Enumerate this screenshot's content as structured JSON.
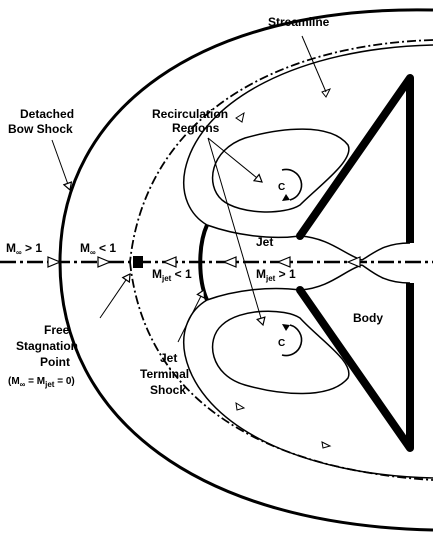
{
  "labels": {
    "streamline": "Streamline",
    "recirculation": [
      "Recirculation",
      "Regions"
    ],
    "detached_bow_shock": [
      "Detached",
      "Bow Shock"
    ],
    "jet": "Jet",
    "body": "Body",
    "free_stagnation_point": [
      "Free",
      "Stagnation",
      "Point"
    ],
    "jet_terminal_shock": [
      "Jet",
      "Terminal",
      "Shock"
    ],
    "rotation_marker": "C"
  },
  "flow_labels": {
    "m_inf_gt1": {
      "symbol": "M",
      "sub": "∞",
      "rest": " > 1"
    },
    "m_inf_lt1": {
      "symbol": "M",
      "sub": "∞",
      "rest": " < 1"
    },
    "m_jet_lt1": {
      "symbol": "M",
      "sub": "jet",
      "rest": " < 1"
    },
    "m_jet_gt1": {
      "symbol": "M",
      "sub": "jet",
      "rest": " > 1"
    },
    "stagnation_condition": {
      "open": "(M",
      "sub1": "∞",
      "mid": " = M",
      "sub2": "jet",
      "close": " = 0)"
    }
  },
  "colors": {
    "ink": "#000000",
    "background": "#ffffff"
  }
}
